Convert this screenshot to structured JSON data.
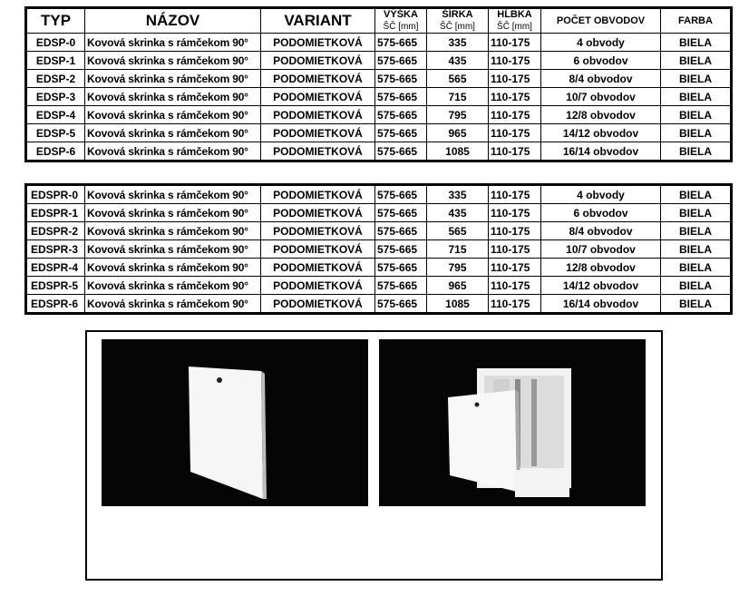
{
  "headers": {
    "typ": "TYP",
    "nazov": "NÁZOV",
    "variant": "VARIANT",
    "vyska": "VÝŠKA",
    "vyska_unit": "ŠČ [mm]",
    "sirka": "ŠÍRKA",
    "sirka_unit": "ŠČ [mm]",
    "hlbka": "HĹBKA",
    "hlbka_unit": "ŠČ [mm]",
    "pocet": "POČET OBVODOV",
    "farba": "FARBA"
  },
  "table1": [
    {
      "typ": "EDSP-0",
      "nazov": "Kovová skrinka s rámčekom 90°",
      "variant": "PODOMIETKOVÁ",
      "vyska": "575-665",
      "sirka": "335",
      "hlbka": "110-175",
      "pocet": "4 obvody",
      "farba": "BIELA"
    },
    {
      "typ": "EDSP-1",
      "nazov": "Kovová skrinka s rámčekom 90°",
      "variant": "PODOMIETKOVÁ",
      "vyska": "575-665",
      "sirka": "435",
      "hlbka": "110-175",
      "pocet": "6 obvodov",
      "farba": "BIELA"
    },
    {
      "typ": "EDSP-2",
      "nazov": "Kovová skrinka s rámčekom 90°",
      "variant": "PODOMIETKOVÁ",
      "vyska": "575-665",
      "sirka": "565",
      "hlbka": "110-175",
      "pocet": "8/4 obvodov",
      "farba": "BIELA"
    },
    {
      "typ": "EDSP-3",
      "nazov": "Kovová skrinka s rámčekom 90°",
      "variant": "PODOMIETKOVÁ",
      "vyska": "575-665",
      "sirka": "715",
      "hlbka": "110-175",
      "pocet": "10/7 obvodov",
      "farba": "BIELA"
    },
    {
      "typ": "EDSP-4",
      "nazov": "Kovová skrinka s rámčekom 90°",
      "variant": "PODOMIETKOVÁ",
      "vyska": "575-665",
      "sirka": "795",
      "hlbka": "110-175",
      "pocet": "12/8 obvodov",
      "farba": "BIELA"
    },
    {
      "typ": "EDSP-5",
      "nazov": "Kovová skrinka s rámčekom 90°",
      "variant": "PODOMIETKOVÁ",
      "vyska": "575-665",
      "sirka": "965",
      "hlbka": "110-175",
      "pocet": "14/12 obvodov",
      "farba": "BIELA"
    },
    {
      "typ": "EDSP-6",
      "nazov": "Kovová skrinka s rámčekom 90°",
      "variant": "PODOMIETKOVÁ",
      "vyska": "575-665",
      "sirka": "1085",
      "hlbka": "110-175",
      "pocet": "16/14 obvodov",
      "farba": "BIELA"
    }
  ],
  "table2": [
    {
      "typ": "EDSPR-0",
      "nazov": "Kovová skrinka s rámčekom 90°",
      "variant": "PODOMIETKOVÁ",
      "vyska": "575-665",
      "sirka": "335",
      "hlbka": "110-175",
      "pocet": "4 obvody",
      "farba": "BIELA"
    },
    {
      "typ": "EDSPR-1",
      "nazov": "Kovová skrinka s rámčekom 90°",
      "variant": "PODOMIETKOVÁ",
      "vyska": "575-665",
      "sirka": "435",
      "hlbka": "110-175",
      "pocet": "6 obvodov",
      "farba": "BIELA"
    },
    {
      "typ": "EDSPR-2",
      "nazov": "Kovová skrinka s rámčekom 90°",
      "variant": "PODOMIETKOVÁ",
      "vyska": "575-665",
      "sirka": "565",
      "hlbka": "110-175",
      "pocet": "8/4 obvodov",
      "farba": "BIELA"
    },
    {
      "typ": "EDSPR-3",
      "nazov": "Kovová skrinka s rámčekom 90°",
      "variant": "PODOMIETKOVÁ",
      "vyska": "575-665",
      "sirka": "715",
      "hlbka": "110-175",
      "pocet": "10/7 obvodov",
      "farba": "BIELA"
    },
    {
      "typ": "EDSPR-4",
      "nazov": "Kovová skrinka s rámčekom 90°",
      "variant": "PODOMIETKOVÁ",
      "vyska": "575-665",
      "sirka": "795",
      "hlbka": "110-175",
      "pocet": "12/8 obvodov",
      "farba": "BIELA"
    },
    {
      "typ": "EDSPR-5",
      "nazov": "Kovová skrinka s rámčekom 90°",
      "variant": "PODOMIETKOVÁ",
      "vyska": "575-665",
      "sirka": "965",
      "hlbka": "110-175",
      "pocet": "14/12 obvodov",
      "farba": "BIELA"
    },
    {
      "typ": "EDSPR-6",
      "nazov": "Kovová skrinka s rámčekom 90°",
      "variant": "PODOMIETKOVÁ",
      "vyska": "575-665",
      "sirka": "1085",
      "hlbka": "110-175",
      "pocet": "16/14 obvodov",
      "farba": "BIELA"
    }
  ],
  "colors": {
    "photo_background": "#050505",
    "panel": "#f4f4f4"
  }
}
